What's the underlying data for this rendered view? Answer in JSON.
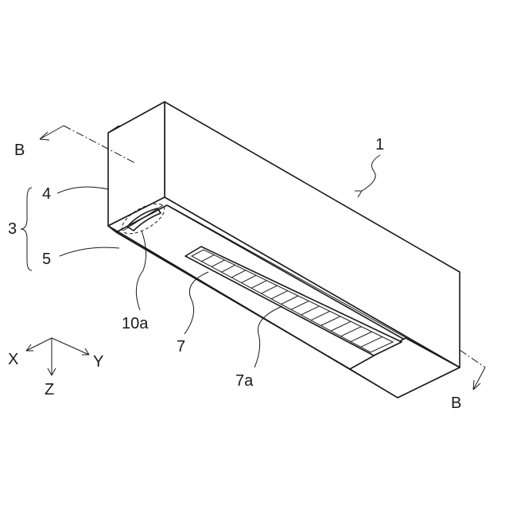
{
  "labels": {
    "unit": "1",
    "section_left": "B",
    "section_right": "B",
    "group": "3",
    "part_upper": "4",
    "part_lower": "5",
    "detail": "10a",
    "outlet": "7",
    "louver": "7a",
    "axis_x": "X",
    "axis_y": "Y",
    "axis_z": "Z"
  },
  "colors": {
    "line": "#1a1a1a",
    "background": "#ffffff"
  }
}
